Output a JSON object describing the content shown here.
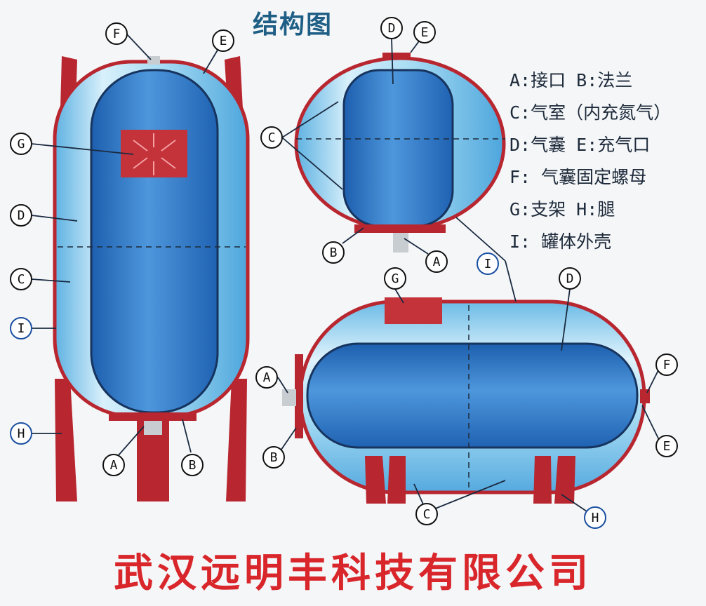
{
  "title": "结构图",
  "legend": [
    "A:接口  B:法兰",
    "C:气室（内充氮气）",
    "D:气囊  E:充气口",
    "F: 气囊固定螺母",
    "G:支架  H:腿",
    "I: 罐体外壳"
  ],
  "labels": {
    "A": "A",
    "B": "B",
    "C": "C",
    "D": "D",
    "E": "E",
    "F": "F",
    "G": "G",
    "H": "H",
    "I": "I"
  },
  "footer": "武汉远明丰科技有限公司",
  "colors": {
    "shell_red": "#b8262f",
    "tank_blue": "#8fd0ee",
    "bladder_blue": "#2f78c5",
    "title_blue": "#1f5f86",
    "footer_red": "#d8262b"
  }
}
